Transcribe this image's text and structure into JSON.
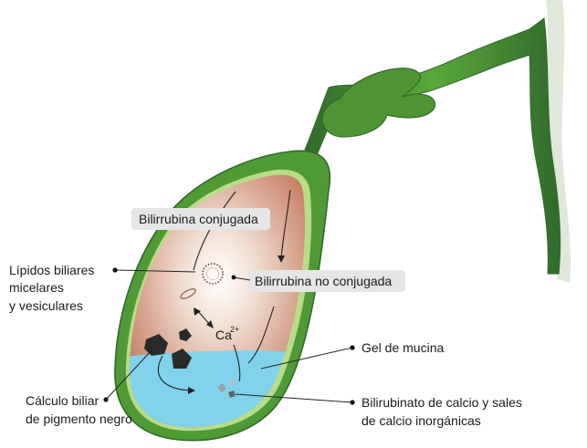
{
  "labels": {
    "conjugated_bilirubin": "Bilirrubina conjugada",
    "unconjugated_bilirubin": "Bilirrubina no conjugada",
    "lipids_line1": "Lípidos biliares",
    "lipids_line2": "micelares",
    "lipids_line3": "y vesiculares",
    "calcium": "Ca",
    "calcium_charge": "2+",
    "mucin_gel": "Gel de mucina",
    "black_stone_line1": "Cálculo biliar",
    "black_stone_line2": "de pigmento negro",
    "calcium_bilirubinate_line1": "Bilirubinato de calcio y sales",
    "calcium_bilirubinate_line2": "de calcio inorgánicas"
  },
  "colors": {
    "wall_dark": "#2f6b2a",
    "wall_green": "#5aa83a",
    "wall_light": "#b9dc8a",
    "bile": "#c9826a",
    "bile_glow": "#ffffff",
    "mucin": "#7fd0ea",
    "label_bg": "#e6e6e6",
    "stone": "#2a2a2a"
  }
}
